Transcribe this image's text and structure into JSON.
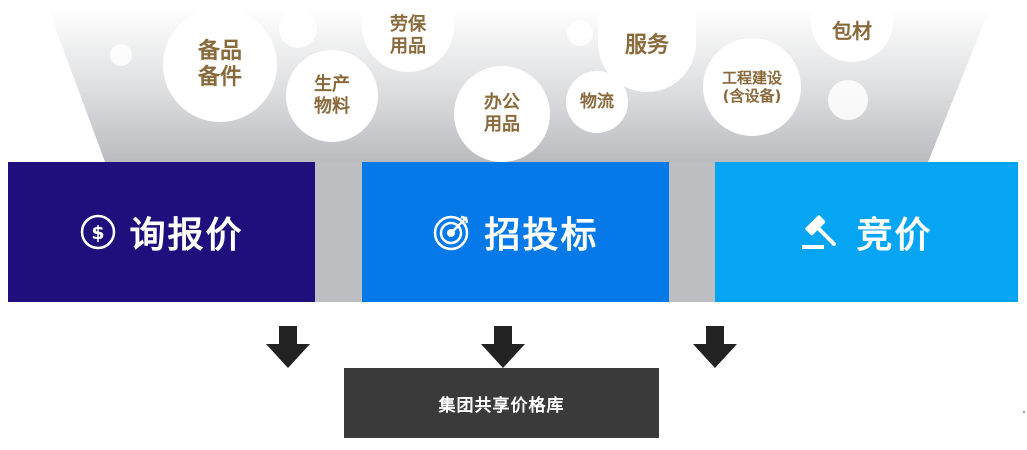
{
  "bubbles": {
    "spare_parts": "备品\n备件",
    "ppe": "劳保\n用品",
    "production": "生产\n物料",
    "office": "办公\n用品",
    "logistics": "物流",
    "services": "服务",
    "construction": "工程建设\n(含设备)",
    "packaging": "包材"
  },
  "methods": {
    "inquiry": "询报价",
    "tender": "招投标",
    "auction": "竞价"
  },
  "result": "集团共享价格库",
  "colors": {
    "inquiry": "#1e0f7d",
    "tender": "#0479e7",
    "auction": "#06a5f3",
    "result": "#3a3a3a",
    "bubble_text": "#8a6a3c"
  }
}
